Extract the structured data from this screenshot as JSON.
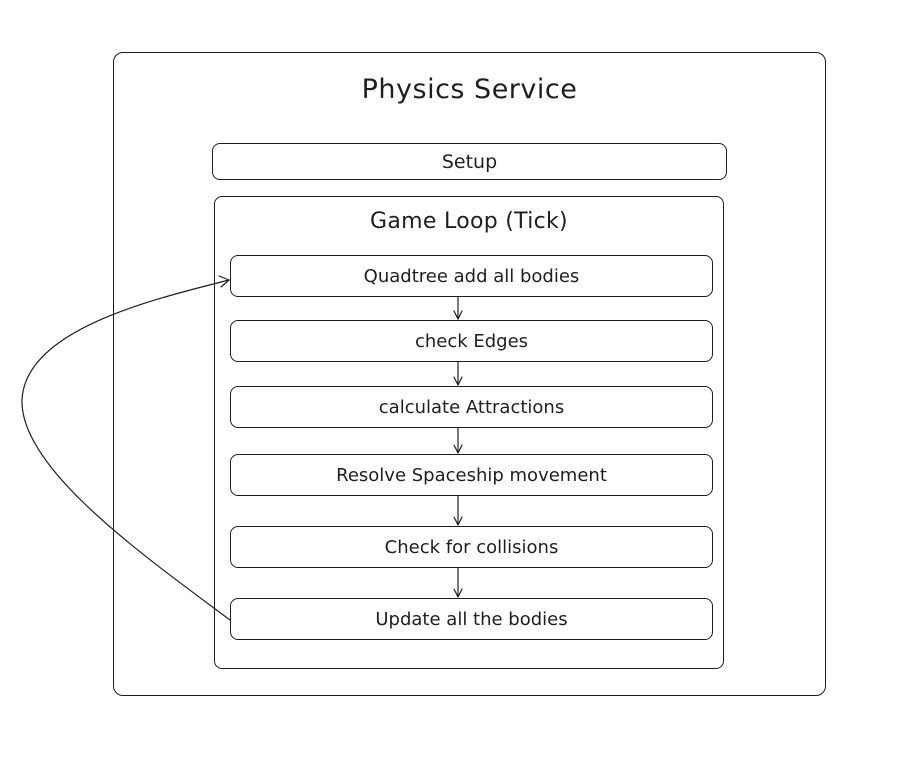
{
  "diagram": {
    "title": "Physics Service",
    "setup_label": "Setup",
    "loop_title": "Game Loop (Tick)",
    "steps": [
      "Quadtree add all bodies",
      "check Edges",
      "calculate Attractions",
      "Resolve Spaceship movement",
      "Check for collisions",
      "Update all the bodies"
    ]
  },
  "colors": {
    "stroke": "#1e1e1e",
    "background": "#ffffff"
  }
}
